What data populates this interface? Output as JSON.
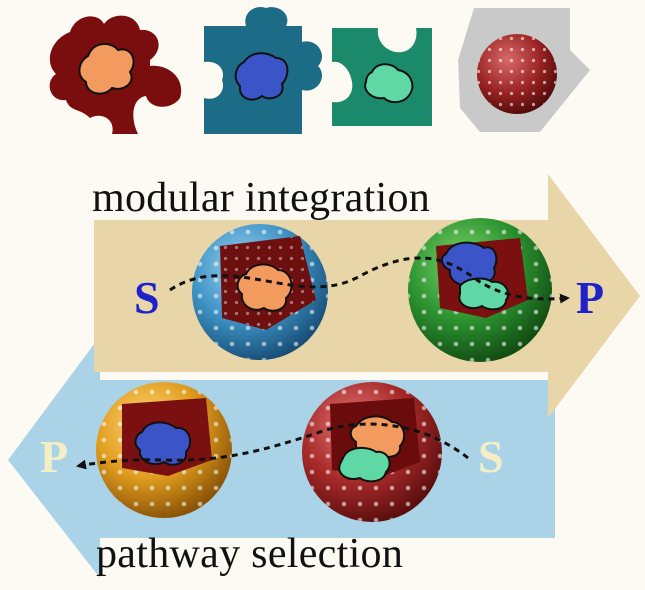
{
  "labels": {
    "top": "modular integration",
    "bottom": "pathway selection"
  },
  "letters": {
    "top_start": "S",
    "top_end": "P",
    "bottom_start": "S",
    "bottom_end": "P"
  },
  "colors": {
    "dark_red": "#7a0c0c",
    "teal_blue": "#1c6d88",
    "teal_green": "#1b8a6c",
    "grey": "#c9c9c9",
    "orange_cargo": "#f39a5f",
    "blue_cargo": "#3b55c9",
    "mint_cargo": "#5fd8a6",
    "top_arrow": "#e9d5a6",
    "bottom_arrow": "#a8d2e6",
    "sphere_blue": "#4a9fd0",
    "sphere_green": "#2f9a33",
    "sphere_orange": "#e2a020",
    "sphere_red": "#b03030",
    "blue_letter": "#1f22c8",
    "cream_letter": "#f4eec6"
  },
  "icons": [
    "puzzle-piece-icon",
    "puzzle-piece-icon",
    "puzzle-piece-icon",
    "shell-sphere-icon"
  ]
}
